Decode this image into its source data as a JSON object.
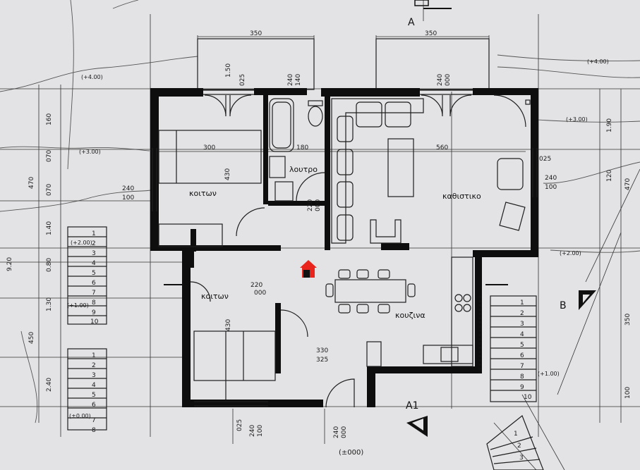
{
  "rooms": {
    "bedroom_top": "κοιτων",
    "bedroom_bottom": "κοιτων",
    "bathroom": "λουτρο",
    "living": "καθιστικο",
    "kitchen": "κουζινα"
  },
  "sections": {
    "a_top": "A",
    "a_bottom": "A1",
    "b": "B"
  },
  "levels": {
    "top_left": "(+4.00)",
    "top_right": "(+4.00)",
    "right_mid": "(+3.00)",
    "left_mid": "(+3.00)",
    "right_low": "(+2.00)",
    "left_stair_top": "(+2.00)",
    "left_stair_mid": "(+1.00)",
    "left_stair_bottom": "(±0.00)",
    "right_stair": "(+1.00)",
    "ground": "(±000)"
  },
  "dims": {
    "balcony_left": "350",
    "balcony_right": "350",
    "d_150": "1.50",
    "d_025_top": "025",
    "d_240_140_a": "240",
    "d_240_140_b": "140",
    "d_240_000_top_a": "240",
    "d_240_000_top_b": "000",
    "d_300": "300",
    "d_430_top": "430",
    "d_180": "180",
    "d_560": "560",
    "d_220_000_a": "220",
    "d_220_000_b": "000",
    "d_240_100_left_a": "240",
    "d_240_100_left_b": "100",
    "d_240_100_right_a": "240",
    "d_240_100_right_b": "100",
    "d_025_right": "025",
    "d_220_000_mid_a": "220",
    "d_220_000_mid_b": "000",
    "d_430_bottom": "430",
    "d_330": "330",
    "d_325": "325",
    "d_025_bottom": "025",
    "d_240_100_bot_a": "240",
    "d_240_100_bot_b": "100",
    "d_240_000_bot_a": "240",
    "d_240_000_bot_b": "000",
    "left_160": "160",
    "left_470": "470",
    "left_070a": "070",
    "left_070b": "070",
    "left_140": "1.40",
    "left_920": "9.20",
    "left_080": "0.80",
    "left_130": "1.30",
    "left_450": "450",
    "left_240": "2.40",
    "right_190": "1.90",
    "right_120": "120",
    "right_470": "470",
    "right_350": "350",
    "right_100": "100"
  },
  "stairs_left_upper": [
    "1",
    "2",
    "3",
    "4",
    "5",
    "6",
    "7",
    "8",
    "9",
    "10"
  ],
  "stairs_left_lower": [
    "1",
    "2",
    "3",
    "4",
    "5",
    "6",
    "7",
    "8"
  ],
  "stairs_right": [
    "1",
    "2",
    "3",
    "4",
    "5",
    "6",
    "7",
    "8",
    "9",
    "10"
  ],
  "stairs_bottom": [
    "1",
    "2",
    "3"
  ],
  "marker_color": "#e8241c"
}
